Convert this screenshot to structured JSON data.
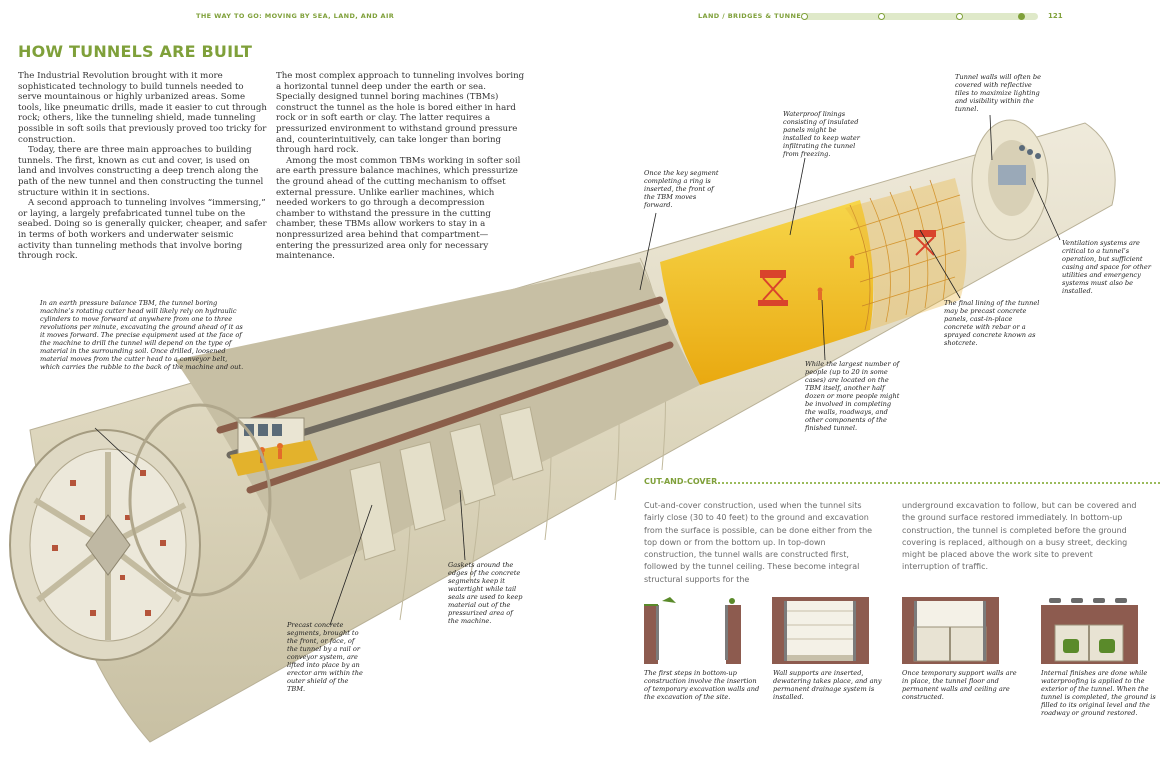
{
  "header": {
    "left": "THE WAY TO GO: MOVING BY SEA, LAND, AND AIR",
    "right": "LAND  /  BRIDGES & TUNNELS",
    "page_number": "121"
  },
  "title": "HOW TUNNELS ARE BUILT",
  "intro": {
    "col1": [
      "The Industrial Revolution brought with it more sophisticated technology to build tunnels needed to serve mountainous or highly urbanized areas. Some tools, like pneumatic drills, made it easier to cut through rock; others, like the tunneling shield, made tunneling possible in soft soils that previously proved too tricky for construction.",
      "Today, there are three main approaches to building tunnels. The first, known as cut and cover, is used on land and involves constructing a deep trench along the path of the new tunnel and then constructing the tunnel structure within it in sections.",
      "A second approach to tunneling involves “immersing,” or laying, a largely prefabricated tunnel tube on the seabed. Doing so is generally quicker, cheaper, and safer in terms of both workers and underwater seismic activity than tunneling methods that involve boring through rock."
    ],
    "col2": [
      "The most complex approach to tunneling involves boring a horizontal tunnel deep under the earth or sea. Specially designed tunnel boring machines (TBMs) construct the tunnel as the hole is bored either in hard rock or in soft earth or clay. The latter requires a pressurized environment to withstand ground pressure and, counterintuitively, can take longer than boring through hard rock.",
      "Among the most common TBMs working in softer soil are earth pressure balance machines, which pressurize the ground ahead of the cutting mechanism to offset external pressure. Unlike earlier machines, which needed workers to go through a decompression chamber to withstand the pressure in the cutting chamber, these TBMs allow workers to stay in a nonpressurized area behind that compartment—entering the pressurized area only for necessary maintenance."
    ]
  },
  "callouts": {
    "cutter_head": "In an earth pressure balance TBM, the tunnel boring machine’s rotating cutter head will likely rely on hydraulic cylinders to move forward at anywhere from one to three revolutions per minute, excavating the ground ahead of it as it moves forward. The precise equipment used at the face of the machine to drill the tunnel will depend on the type of material in the surrounding soil. Once drilled, loosened material moves from the cutter head to a conveyor belt, which carries the rubble to the back of the machine and out.",
    "segments": "Precast concrete segments, brought to the front, or face, of the tunnel by a rail or conveyor system, are lifted into place by an erector arm within the outer shield of the TBM.",
    "gaskets": "Gaskets around the edges of the concrete segments keep it watertight while tail seals are used to keep material out of the pressurized area of the machine.",
    "key_segment": "Once the key segment completing a ring is inserted, the front of the TBM moves forward.",
    "waterproof": "Waterproof linings consisting of insulated panels might be installed to keep water infiltrating the tunnel from freezing.",
    "people": "While the largest number of people (up to 20 in some cases) are located on the TBM itself, another half dozen or more people might be involved in completing the walls, roadways, and other components of the finished tunnel.",
    "walls": "Tunnel walls will often be covered with reflective tiles to maximize lighting and visibility within the tunnel.",
    "final_lining": "The final lining of the tunnel may be precast concrete panels, cast-in-place concrete with rebar or a sprayed concrete known as shotcrete.",
    "ventilation": "Ventilation systems are critical to a tunnel’s operation, but sufficient casing and space for other utilities and emergency systems must also be installed."
  },
  "cut_and_cover": {
    "heading": "CUT-AND-COVER",
    "col1": "Cut-and-cover construction, used when the tunnel sits fairly close (30 to 40 feet) to the ground and excavation from the surface is possible, can be done either from the top down or from the bottom up. In top-down construction, the tunnel walls are constructed first, followed by the tunnel ceiling. These become integral structural supports for the",
    "col2": "underground excavation to follow, but can be covered and the ground surface restored immediately. In bottom-up construction, the tunnel is completed before the ground covering is replaced, although on a busy street, decking might be placed above the work site to prevent interruption of traffic.",
    "steps": [
      "The first steps in bottom-up construction involve the insertion of temporary excavation walls and the excavation of the site.",
      "Wall supports are inserted, dewatering takes place, and any permanent drainage system is installed.",
      "Once temporary support walls are in place, the tunnel floor and permanent walls and ceiling are constructed.",
      "Internal finishes are done while waterproofing is applied to the exterior of the tunnel. When the tunnel is completed, the ground is filled to its original level and the roadway or ground restored."
    ]
  },
  "progress": {
    "stops": 4,
    "current_stop": 4
  },
  "colors": {
    "accent": "#7fa03a",
    "concrete": "#e4dfc9",
    "lining_yellow": "#f2c21a",
    "soil": "#8b5e4a"
  }
}
